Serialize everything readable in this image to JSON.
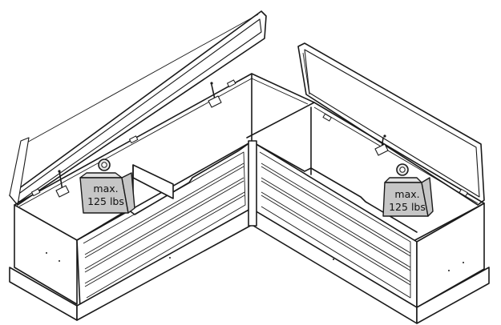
{
  "weights": [
    {
      "line1": "max.",
      "line2": "125 lbs"
    },
    {
      "line1": "max.",
      "line2": "125 lbs"
    }
  ],
  "colors": {
    "line": "#1a1a1a",
    "weight_fill": "#c6c6c6",
    "background": "#ffffff"
  },
  "icons": [
    "hinge-icon",
    "gas-strut-icon",
    "weight-icon"
  ]
}
